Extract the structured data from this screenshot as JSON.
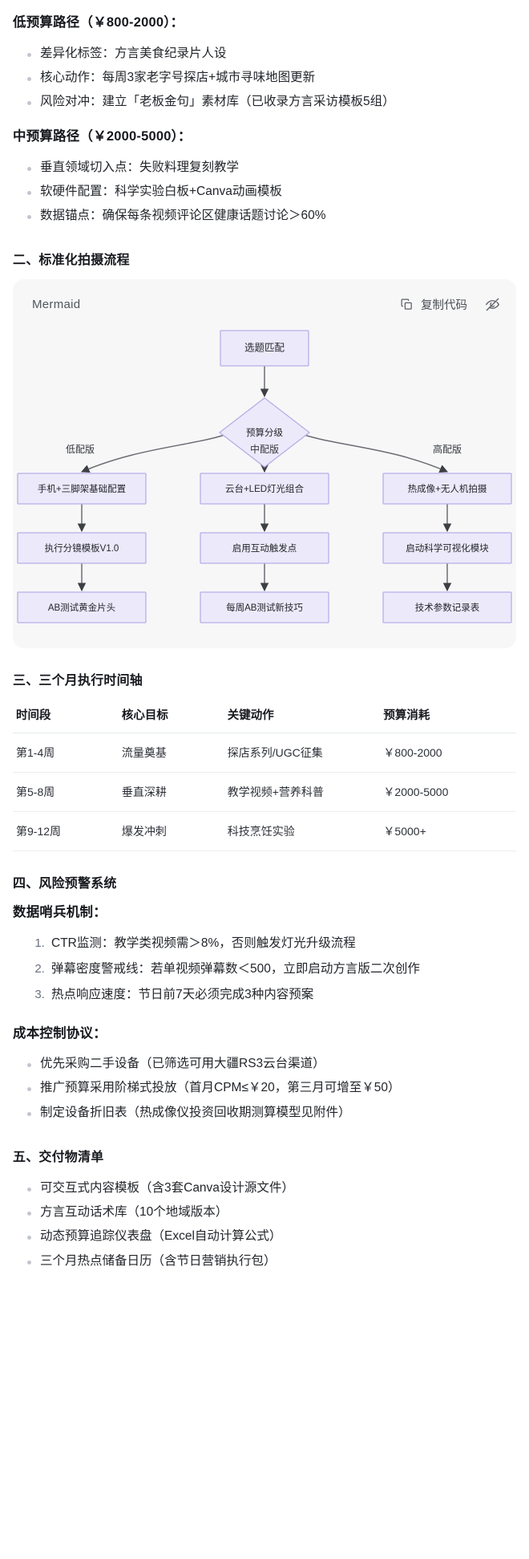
{
  "sections": {
    "low_budget": {
      "heading": "低预算路径（￥800-2000）：",
      "items": [
        "差异化标签：方言美食纪录片人设",
        "核心动作：每周3家老字号探店+城市寻味地图更新",
        "风险对冲：建立「老板金句」素材库（已收录方言采访模板5组）"
      ]
    },
    "mid_budget": {
      "heading": "中预算路径（￥2000-5000）：",
      "items": [
        "垂直领域切入点：失败料理复刻教学",
        "软硬件配置：科学实验白板+Canva动画模板",
        "数据锚点：确保每条视频评论区健康话题讨论＞60%"
      ]
    },
    "section_two": {
      "heading": "二、标准化拍摄流程"
    },
    "section_three": {
      "heading": "三、三个月执行时间轴"
    },
    "section_four": {
      "heading": "四、风险预警系统"
    },
    "section_five": {
      "heading": "五、交付物清单"
    }
  },
  "mermaid": {
    "title": "Mermaid",
    "copy_label": "复制代码",
    "copy_icon": "copy-icon",
    "hide_icon": "eye-off-icon"
  },
  "chart_data": {
    "type": "diagram",
    "subtype": "flowchart",
    "direction": "TD",
    "title": "标准化拍摄流程",
    "nodes": [
      {
        "id": "start",
        "label": "选题匹配",
        "shape": "rect"
      },
      {
        "id": "grade",
        "label": "预算分级",
        "shape": "diamond"
      },
      {
        "id": "low1",
        "label": "手机+三脚架基础配置",
        "shape": "rect"
      },
      {
        "id": "mid1",
        "label": "云台+LED灯光组合",
        "shape": "rect"
      },
      {
        "id": "high1",
        "label": "热成像+无人机拍摄",
        "shape": "rect"
      },
      {
        "id": "low2",
        "label": "执行分镜模板V1.0",
        "shape": "rect"
      },
      {
        "id": "mid2",
        "label": "启用互动触发点",
        "shape": "rect"
      },
      {
        "id": "high2",
        "label": "启动科学可视化模块",
        "shape": "rect"
      },
      {
        "id": "low3",
        "label": "AB测试黄金片头",
        "shape": "rect"
      },
      {
        "id": "mid3",
        "label": "每周AB测试新技巧",
        "shape": "rect"
      },
      {
        "id": "high3",
        "label": "技术参数记录表",
        "shape": "rect"
      }
    ],
    "edges": [
      {
        "from": "start",
        "to": "grade",
        "label": ""
      },
      {
        "from": "grade",
        "to": "low1",
        "label": "低配版"
      },
      {
        "from": "grade",
        "to": "mid1",
        "label": "中配版"
      },
      {
        "from": "grade",
        "to": "high1",
        "label": "高配版"
      },
      {
        "from": "low1",
        "to": "low2",
        "label": ""
      },
      {
        "from": "mid1",
        "to": "mid2",
        "label": ""
      },
      {
        "from": "high1",
        "to": "high2",
        "label": ""
      },
      {
        "from": "low2",
        "to": "low3",
        "label": ""
      },
      {
        "from": "mid2",
        "to": "mid3",
        "label": ""
      },
      {
        "from": "high2",
        "to": "high3",
        "label": ""
      }
    ],
    "colors": {
      "node_fill": "#ece9fb",
      "node_stroke": "#b7aee6",
      "edge": "#6b6d72",
      "canvas": "#f7f7f8"
    }
  },
  "timeline_table": {
    "headers": [
      "时间段",
      "核心目标",
      "关键动作",
      "预算消耗"
    ],
    "rows": [
      [
        "第1-4周",
        "流量奠基",
        "探店系列/UGC征集",
        "￥800-2000"
      ],
      [
        "第5-8周",
        "垂直深耕",
        "教学视频+营养科普",
        "￥2000-5000"
      ],
      [
        "第9-12周",
        "爆发冲刺",
        "科技烹饪实验",
        "￥5000+"
      ]
    ]
  },
  "risk": {
    "sentinel_heading": "数据哨兵机制：",
    "sentinel_items": [
      "CTR监测：教学类视频需＞8%，否则触发灯光升级流程",
      "弹幕密度警戒线：若单视频弹幕数＜500，立即启动方言版二次创作",
      "热点响应速度：节日前7天必须完成3种内容预案"
    ],
    "cost_heading": "成本控制协议：",
    "cost_items": [
      "优先采购二手设备（已筛选可用大疆RS3云台渠道）",
      "推广预算采用阶梯式投放（首月CPM≤￥20，第三月可增至￥50）",
      "制定设备折旧表（热成像仪投资回收期测算模型见附件）"
    ]
  },
  "deliverables": {
    "items": [
      "可交互式内容模板（含3套Canva设计源文件）",
      "方言互动话术库（10个地域版本）",
      "动态预算追踪仪表盘（Excel自动计算公式）",
      "三个月热点储备日历（含节日营销执行包）"
    ]
  },
  "table_style": {
    "header_color": "#16181d",
    "cell_color": "#2b2f36",
    "rule_color": "#e6e8ec"
  }
}
